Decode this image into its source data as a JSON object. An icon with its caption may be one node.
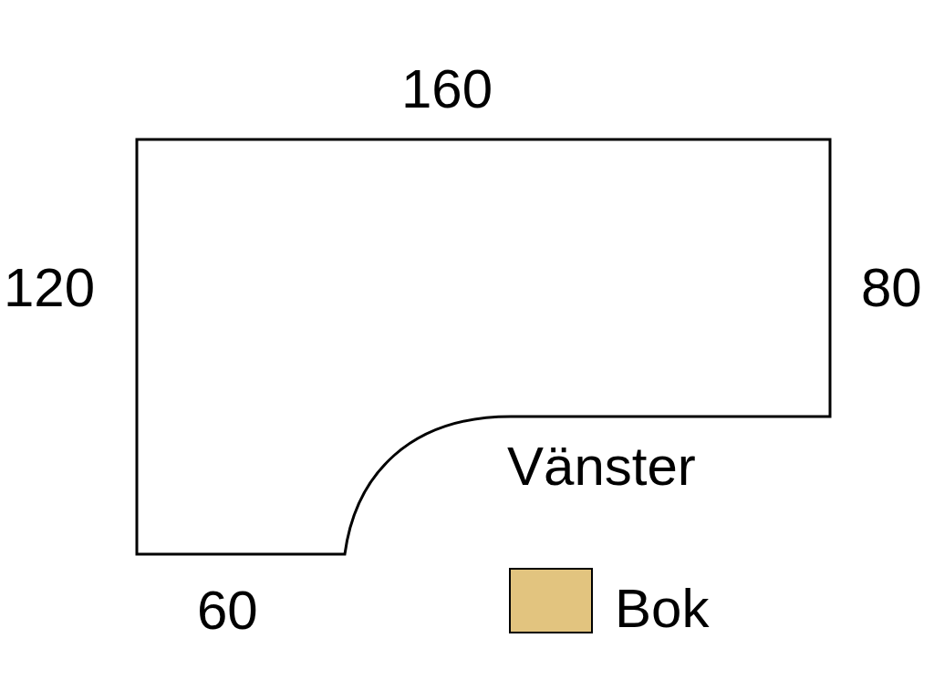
{
  "diagram": {
    "labels": [
      "160",
      "120",
      "80",
      "Vänster",
      "60"
    ],
    "legend": [
      {
        "text": "Bok",
        "color": "#e2c47f"
      }
    ]
  }
}
